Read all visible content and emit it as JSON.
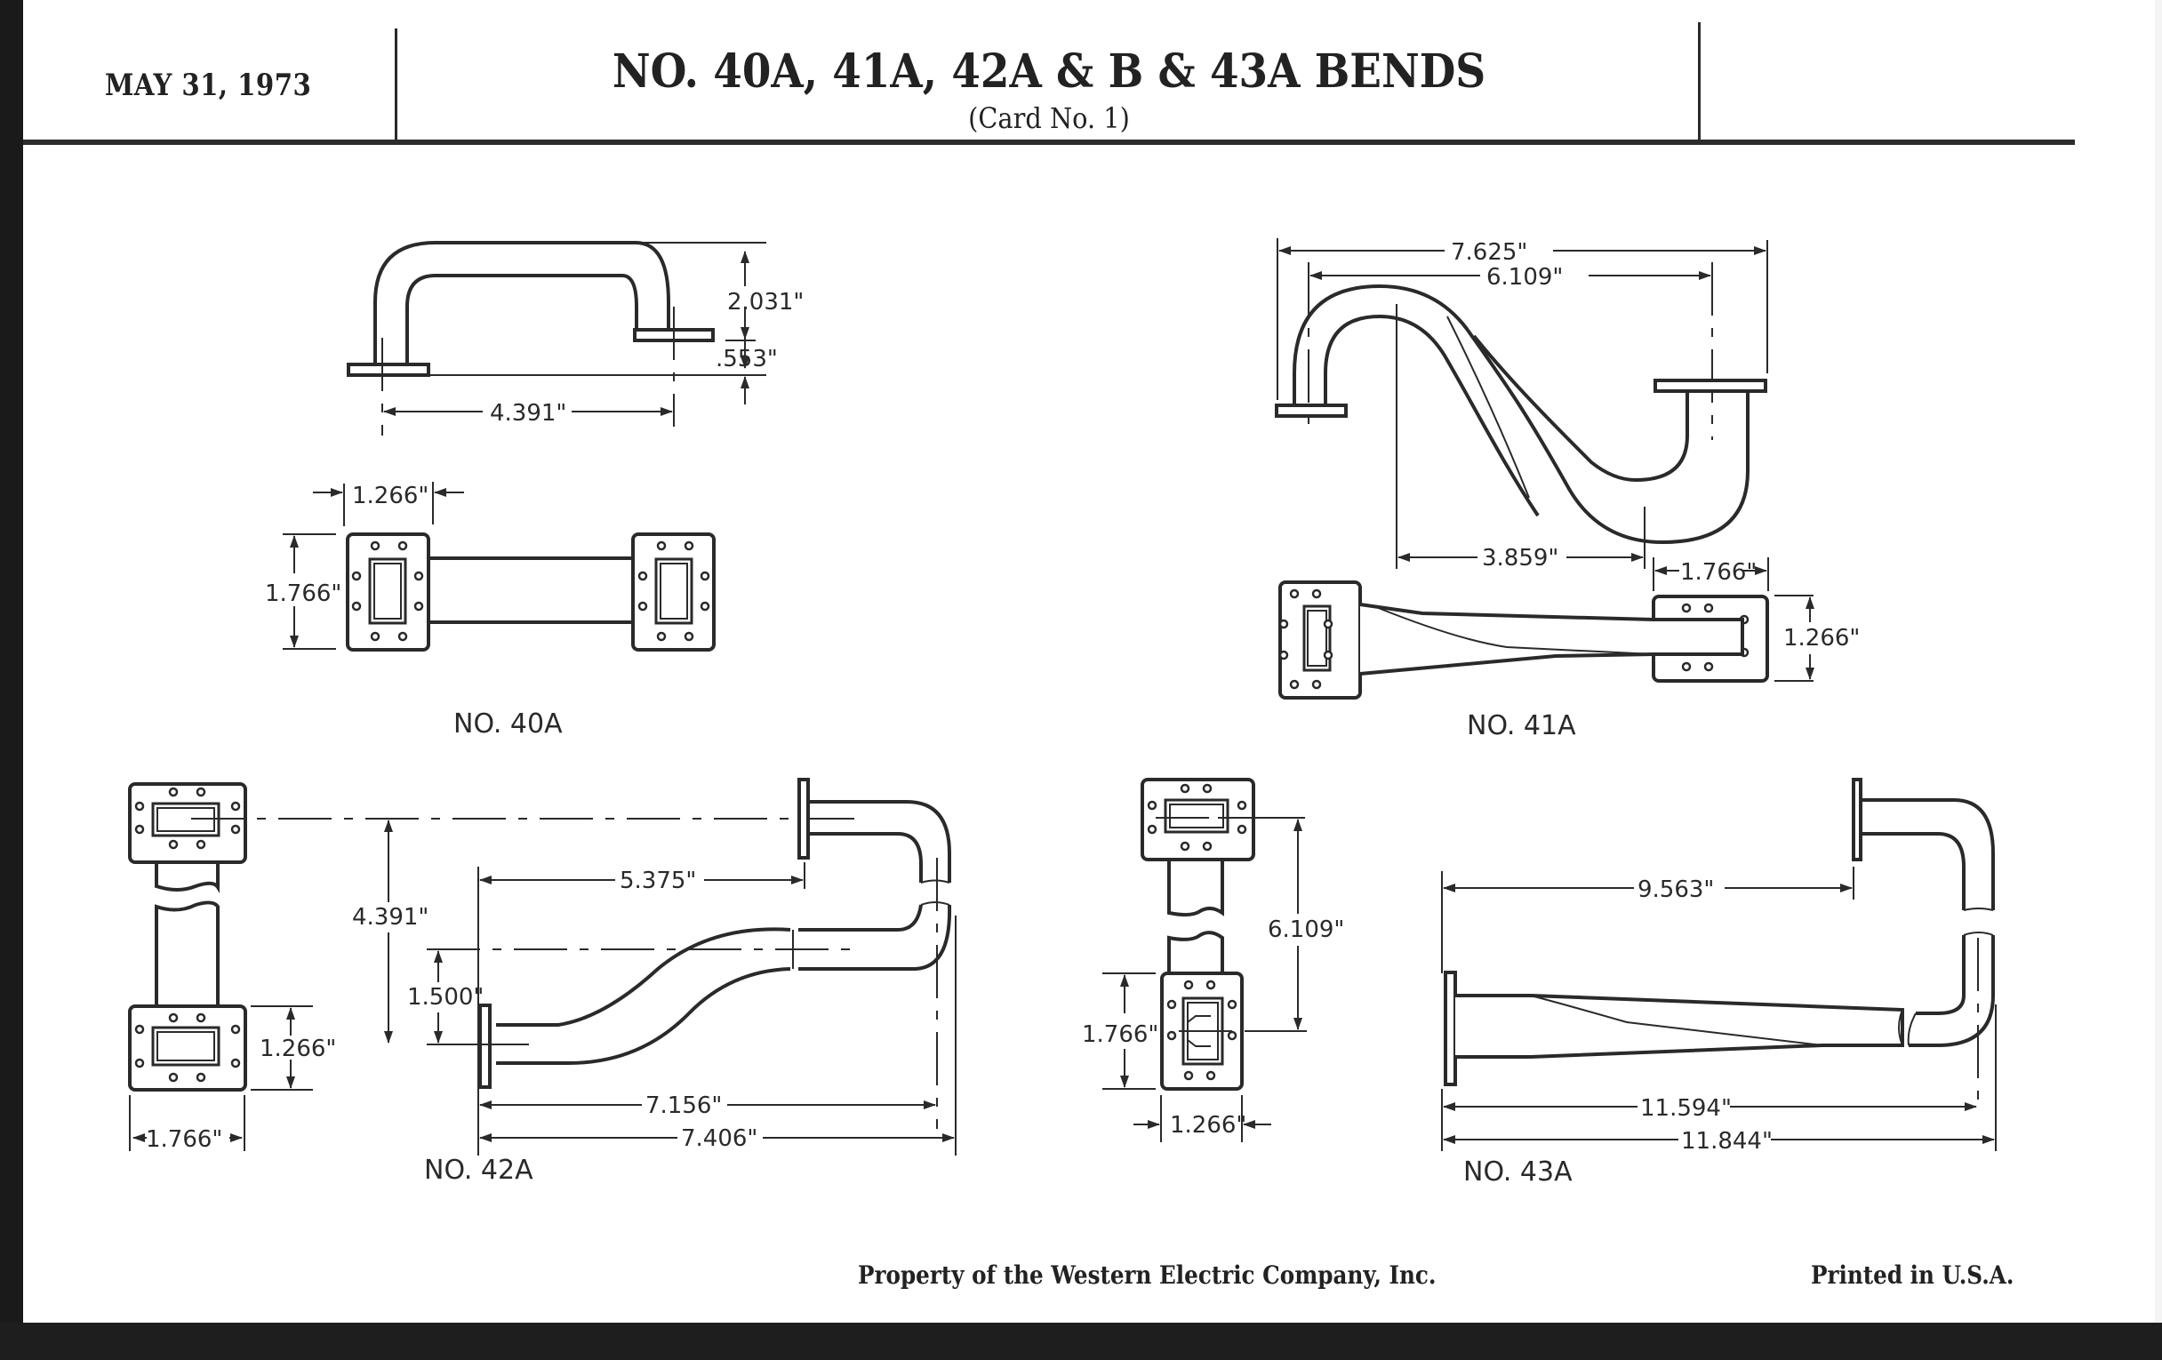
{
  "card": {
    "date": "MAY 31, 1973",
    "title": "NO. 40A, 41A, 42A & B & 43A BENDS",
    "subtitle": "(Card No. 1)",
    "footer_left": "Property of the Western Electric Company, Inc.",
    "footer_right": "Printed in U.S.A."
  },
  "bends": {
    "b40a": {
      "label": "NO. 40A",
      "dims": {
        "height": "2.031\"",
        "offset": ".553\"",
        "centers": "4.391\"",
        "flange_width": "1.266\"",
        "flange_height": "1.766\""
      }
    },
    "b41a": {
      "label": "NO. 41A",
      "dims": {
        "overall": "7.625\"",
        "centers": "6.109\"",
        "drop": "3.859\"",
        "flange_width": "1.766\"",
        "flange_height": "1.266\""
      }
    },
    "b42a": {
      "label": "NO. 42A",
      "dims": {
        "vertical": "4.391\"",
        "offset": "1.500\"",
        "reach": "5.375\"",
        "centers": "7.156\"",
        "overall": "7.406\"",
        "flange_height": "1.266\"",
        "flange_width": "1.766\""
      }
    },
    "b43a": {
      "label": "NO. 43A",
      "dims": {
        "vertical": "6.109\"",
        "reach": "9.563\"",
        "centers": "11.594\"",
        "overall": "11.844\"",
        "flange_height": "1.766\"",
        "flange_width": "1.266\""
      }
    }
  }
}
